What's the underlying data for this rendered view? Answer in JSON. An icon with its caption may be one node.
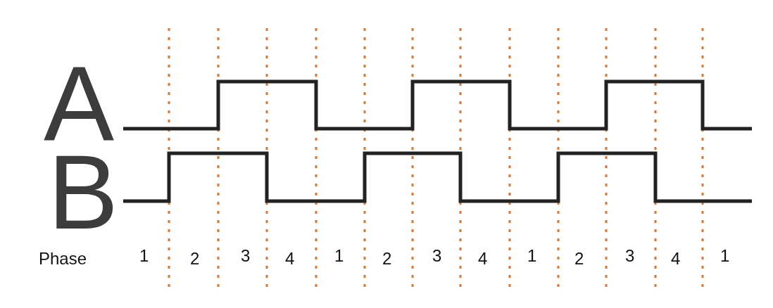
{
  "diagram": {
    "labels": [
      "A",
      "B",
      "Phase",
      "1",
      "2",
      "3",
      "4",
      "1",
      "2",
      "3",
      "4",
      "1",
      "2",
      "3",
      "4",
      "1"
    ]
  }
}
